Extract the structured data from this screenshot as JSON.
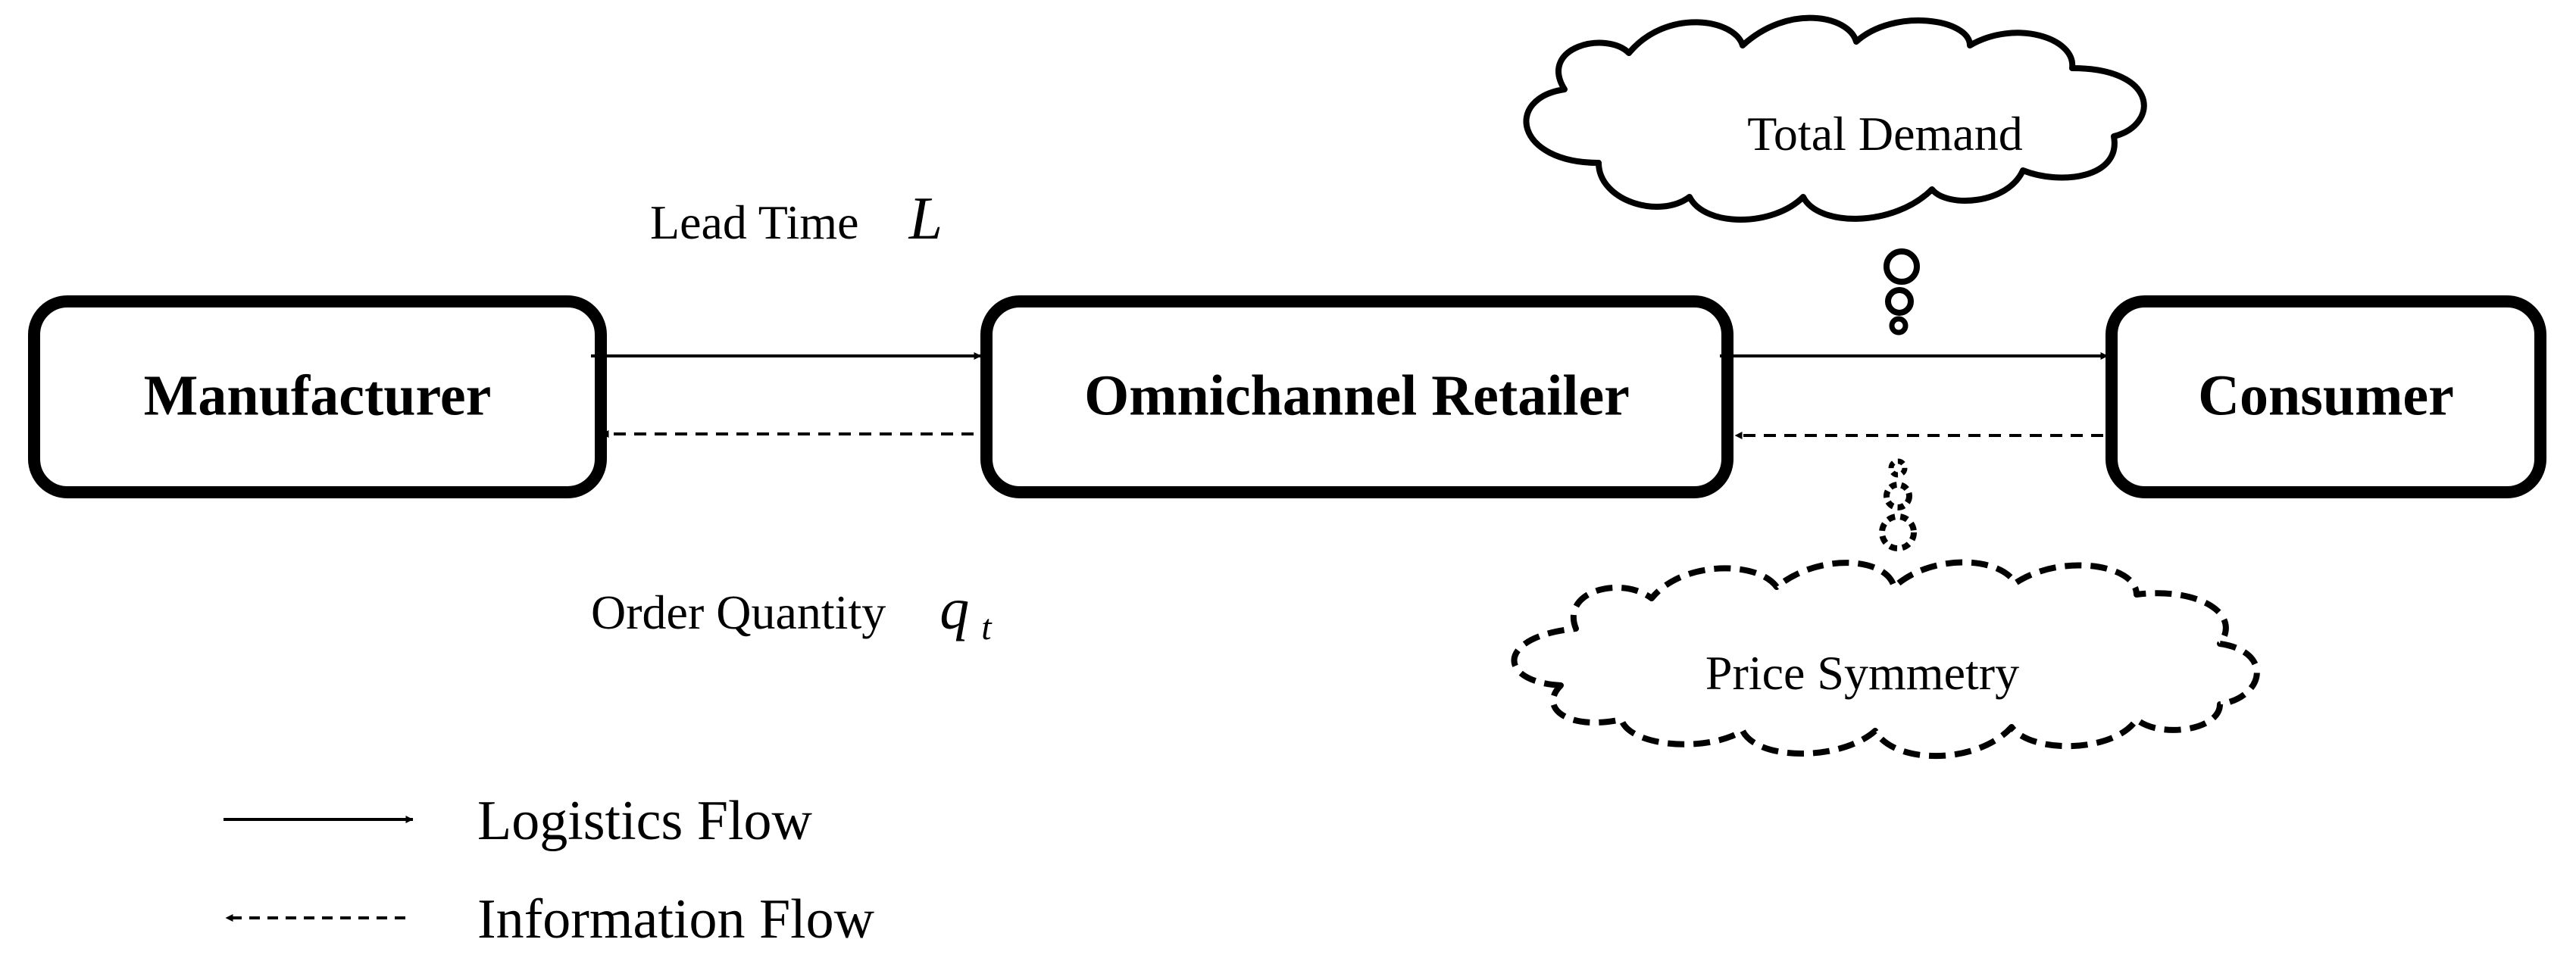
{
  "nodes": {
    "manufacturer": "Manufacturer",
    "retailer": "Omnichannel Retailer",
    "consumer": "Consumer"
  },
  "flow_labels": {
    "lead_time_text": "Lead Time",
    "lead_time_symbol": "L",
    "order_quantity_text": "Order Quantity",
    "order_quantity_symbol": "q",
    "order_quantity_subscript": "t"
  },
  "clouds": {
    "total_demand": "Total Demand",
    "price_symmetry": "Price Symmetry"
  },
  "legend": {
    "logistics": "Logistics Flow",
    "information": "Information Flow"
  },
  "colors": {
    "stroke": "#000000",
    "background": "#ffffff"
  }
}
